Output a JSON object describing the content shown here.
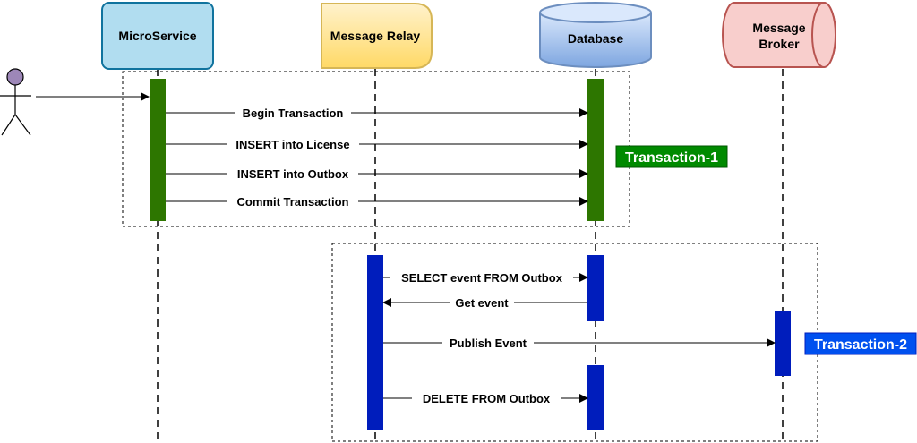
{
  "participants": {
    "microservice": "MicroService",
    "relay": "Message Relay",
    "database": "Database",
    "broker_line1": "Message",
    "broker_line2": "Broker"
  },
  "messages": {
    "begin": "Begin Transaction",
    "insert_license": "INSERT into License",
    "insert_outbox": "INSERT into Outbox",
    "commit": "Commit Transaction",
    "select": "SELECT event FROM Outbox",
    "get_event": "Get event",
    "publish": "Publish Event",
    "delete": "DELETE FROM Outbox"
  },
  "transactions": {
    "t1": "Transaction-1",
    "t2": "Transaction-2"
  },
  "colors": {
    "microservice_fill": "#b1ddf0",
    "microservice_stroke": "#10739e",
    "relay_fill": "#fff2cc",
    "relay_stroke": "#d6b656",
    "database_fill": "#7ea6e0",
    "database_stroke": "#6c8ebf",
    "broker_fill": "#f8cecc",
    "broker_stroke": "#b85450",
    "actor_fill": "#9d87b8",
    "green_activation": "#2d7600",
    "blue_activation": "#001dbc",
    "t1_label_bg": "#008a00",
    "t2_label_bg": "#0050ef"
  }
}
